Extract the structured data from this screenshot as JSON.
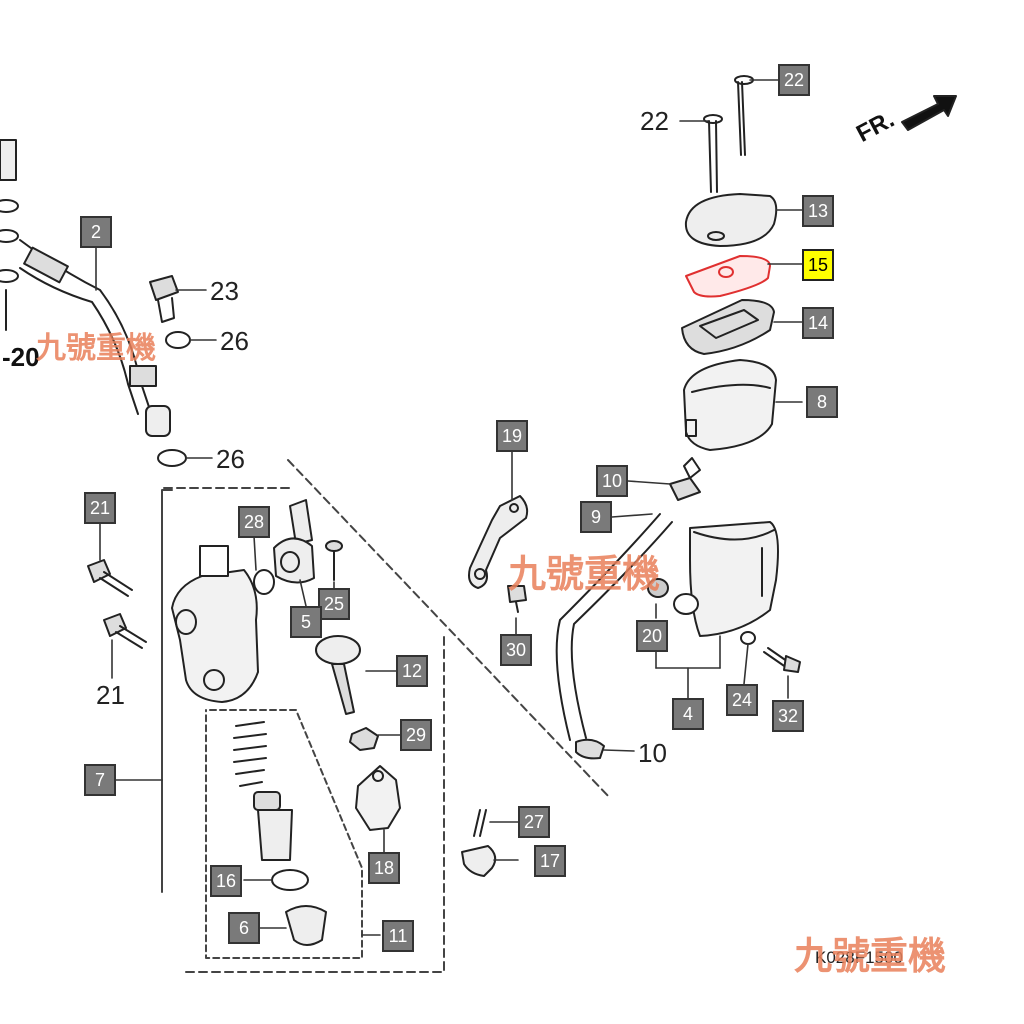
{
  "boxed_labels": [
    {
      "id": "22a",
      "text": "22"
    },
    {
      "id": "13",
      "text": "13"
    },
    {
      "id": "15",
      "text": "15"
    },
    {
      "id": "14",
      "text": "14"
    },
    {
      "id": "8",
      "text": "8"
    },
    {
      "id": "2",
      "text": "2"
    },
    {
      "id": "19",
      "text": "19"
    },
    {
      "id": "10a",
      "text": "10"
    },
    {
      "id": "9",
      "text": "9"
    },
    {
      "id": "21a",
      "text": "21"
    },
    {
      "id": "28",
      "text": "28"
    },
    {
      "id": "25",
      "text": "25"
    },
    {
      "id": "5",
      "text": "5"
    },
    {
      "id": "12",
      "text": "12"
    },
    {
      "id": "20",
      "text": "20"
    },
    {
      "id": "30",
      "text": "30"
    },
    {
      "id": "4",
      "text": "4"
    },
    {
      "id": "24",
      "text": "24"
    },
    {
      "id": "32",
      "text": "32"
    },
    {
      "id": "29",
      "text": "29"
    },
    {
      "id": "7",
      "text": "7"
    },
    {
      "id": "18",
      "text": "18"
    },
    {
      "id": "27",
      "text": "27"
    },
    {
      "id": "17",
      "text": "17"
    },
    {
      "id": "16",
      "text": "16"
    },
    {
      "id": "6",
      "text": "6"
    },
    {
      "id": "11",
      "text": "11"
    }
  ],
  "plain_labels": [
    {
      "id": "22b",
      "text": "22"
    },
    {
      "id": "23",
      "text": "23"
    },
    {
      "id": "26a",
      "text": "26"
    },
    {
      "id": "26b",
      "text": "26"
    },
    {
      "id": "21b",
      "text": "21"
    },
    {
      "id": "10b",
      "text": "10"
    }
  ],
  "highlight_color": "#ffff00",
  "highlight_part_color": "#e03030",
  "ref_text": "-20",
  "fr_text": "FR.",
  "diagram_code": "K028F1500",
  "watermark_text": "九號重機"
}
